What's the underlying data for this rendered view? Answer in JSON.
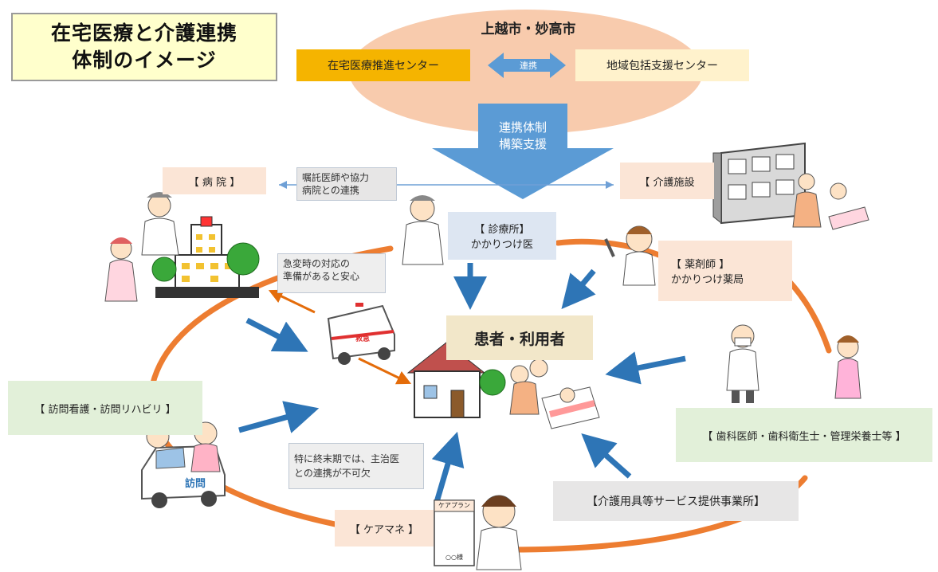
{
  "title": {
    "line1": "在宅医療と介護連携",
    "line2": "体制のイメージ"
  },
  "city": "上越市・妙高市",
  "center_left": "在宅医療推進センター",
  "center_link": "連携",
  "center_right": "地域包括支援センター",
  "support_arrow": {
    "line1": "連携体制",
    "line2": "構築支援"
  },
  "hospital": "【 病 院 】",
  "hospital_note": {
    "line1": "嘱託医師や協力",
    "line2": "病院との連携"
  },
  "care_facility": "【 介護施設",
  "clinic": {
    "line1": "【 診療所】",
    "line2": "かかりつけ医"
  },
  "pharmacist": {
    "line1": "【 薬剤師 】",
    "line2": "かかりつけ薬局"
  },
  "emergency_note": {
    "line1": "急変時の対応の",
    "line2": "準備があると安心"
  },
  "ambulance_label": "救急",
  "patient": "患者・利用者",
  "home_nursing": "【 訪問看護・訪問リハビリ 】",
  "van_label": "訪問",
  "terminal_note": {
    "line1": "特に終末期では、主治医",
    "line2": "との連携が不可欠"
  },
  "dental": "【 歯科医師・歯科衛生士・管理栄養士等 】",
  "equipment": "【介護用具等サービス提供事業所】",
  "care_manager": "【 ケアマネ 】",
  "care_plan": {
    "title": "ケアプラン",
    "footer": "○○様"
  }
}
